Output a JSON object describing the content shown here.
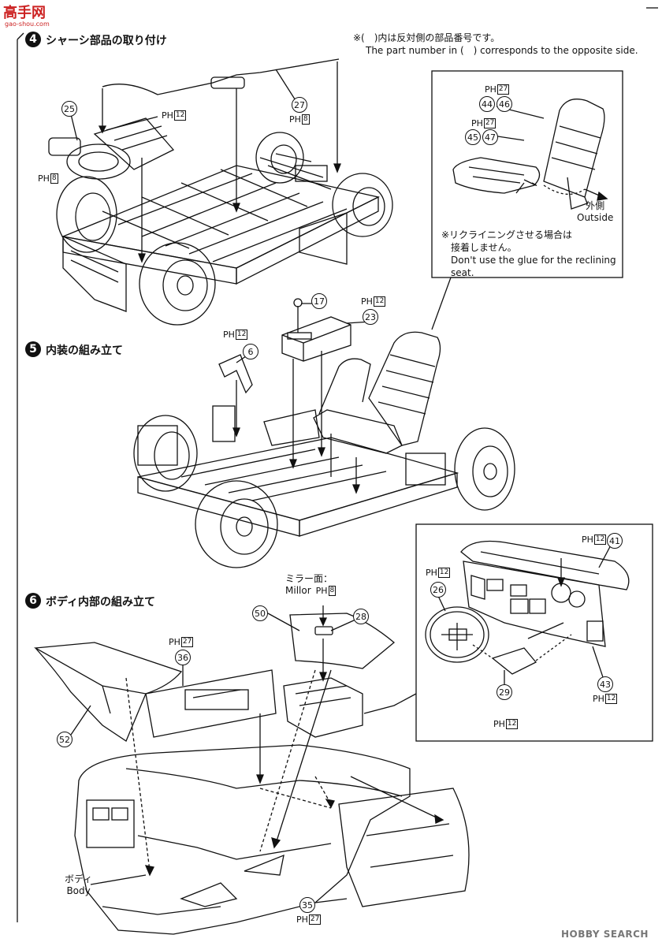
{
  "watermark": {
    "site": "高手网",
    "url": "gao-shou.com"
  },
  "note": {
    "jp": "※(　)内は反対側の部品番号です。",
    "en": "The part number in (　) corresponds to the opposite side."
  },
  "steps": [
    {
      "num": "4",
      "title": "シャーシ部品の取り付け"
    },
    {
      "num": "5",
      "title": "内装の組み立て"
    },
    {
      "num": "6",
      "title": "ボディ内部の組み立て"
    }
  ],
  "seat_callout": {
    "parts_a": [
      "44",
      "46"
    ],
    "parts_b": [
      "45",
      "47"
    ],
    "outside_jp": "外側",
    "outside_en": "Outside",
    "warning_jp_1": "※リクライニングさせる場合は",
    "warning_jp_2": "接着しません。",
    "warning_en_1": "Don't use the glue for the reclining",
    "warning_en_2": "seat."
  },
  "mirror": {
    "jp": "ミラー面：",
    "en": "Millor"
  },
  "body_label": {
    "jp": "ボディ",
    "en": "Body"
  },
  "ph_prefix": "PH",
  "parts": {
    "p25": "25",
    "p27": "27",
    "p17": "17",
    "p23": "23",
    "p6": "6",
    "p50": "50",
    "p28": "28",
    "p36": "36",
    "p52": "52",
    "p35": "35",
    "p41": "41",
    "p26": "26",
    "p43": "43",
    "p29": "29"
  },
  "ph_values": {
    "v12": "12",
    "v8": "8",
    "v27": "27"
  },
  "footer": "HOBBY SEARCH"
}
